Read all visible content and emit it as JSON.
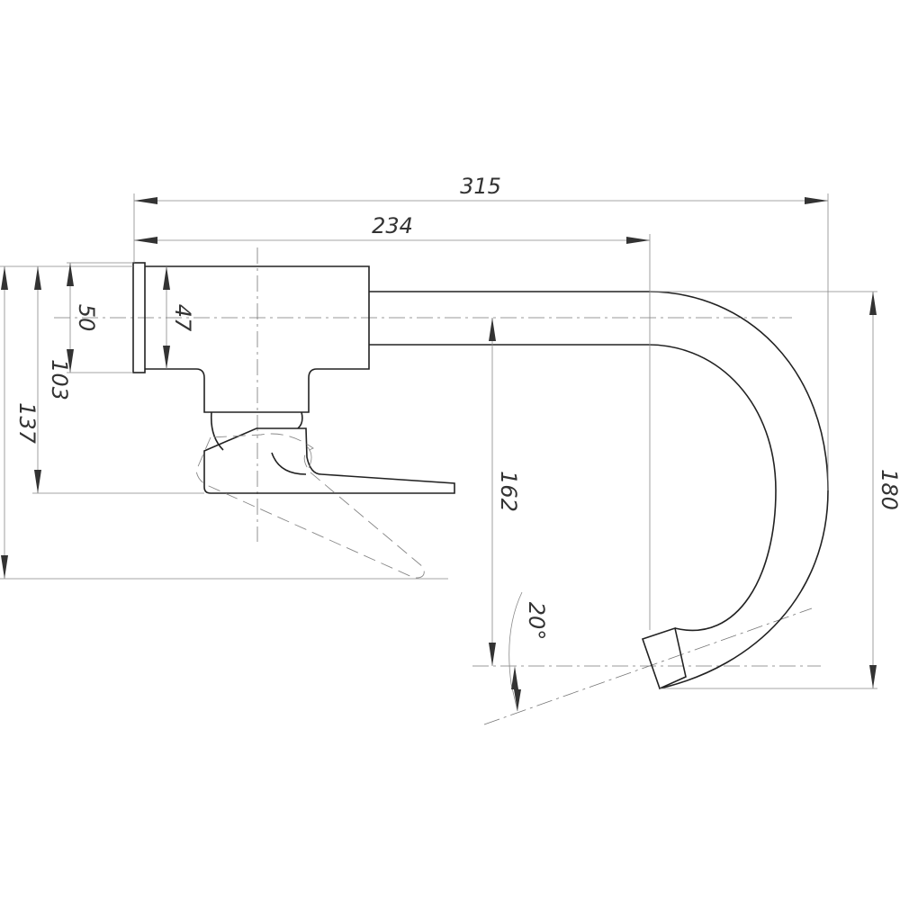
{
  "drawing": {
    "title": "Faucet dimensional drawing",
    "dimensions": {
      "overall_length": "315",
      "body_to_spout_bend": "234",
      "flange_height": "50",
      "body_height": "47",
      "handle_height": "103",
      "handle_open_height": "137",
      "spout_outlet_height": "162",
      "spout_total_height": "180",
      "outlet_angle": "20°"
    }
  }
}
